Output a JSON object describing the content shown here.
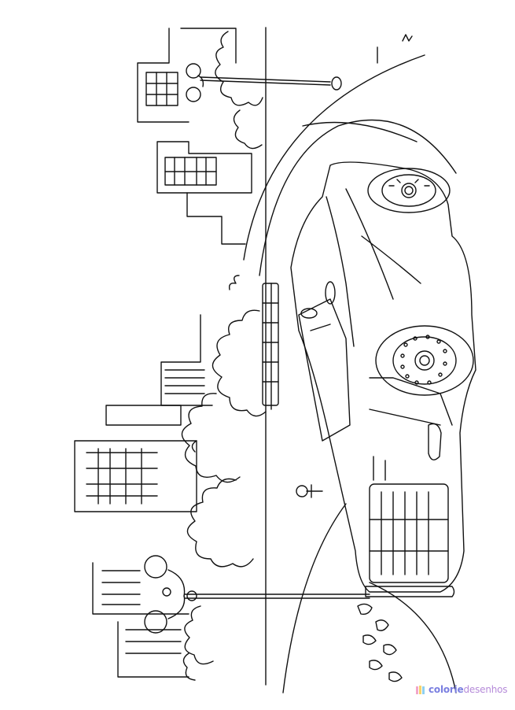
{
  "image": {
    "subject": "coloring-page",
    "orientation": "rotated-90"
  },
  "watermark": {
    "part_a": "colorie",
    "part_b": "desenhos",
    "colors": {
      "part_a": "#7a7fe0",
      "part_b": "#b58ad9",
      "icon": "#f3a6c9"
    }
  },
  "palette": {
    "ink": "#111111",
    "paper": "#ffffff"
  }
}
